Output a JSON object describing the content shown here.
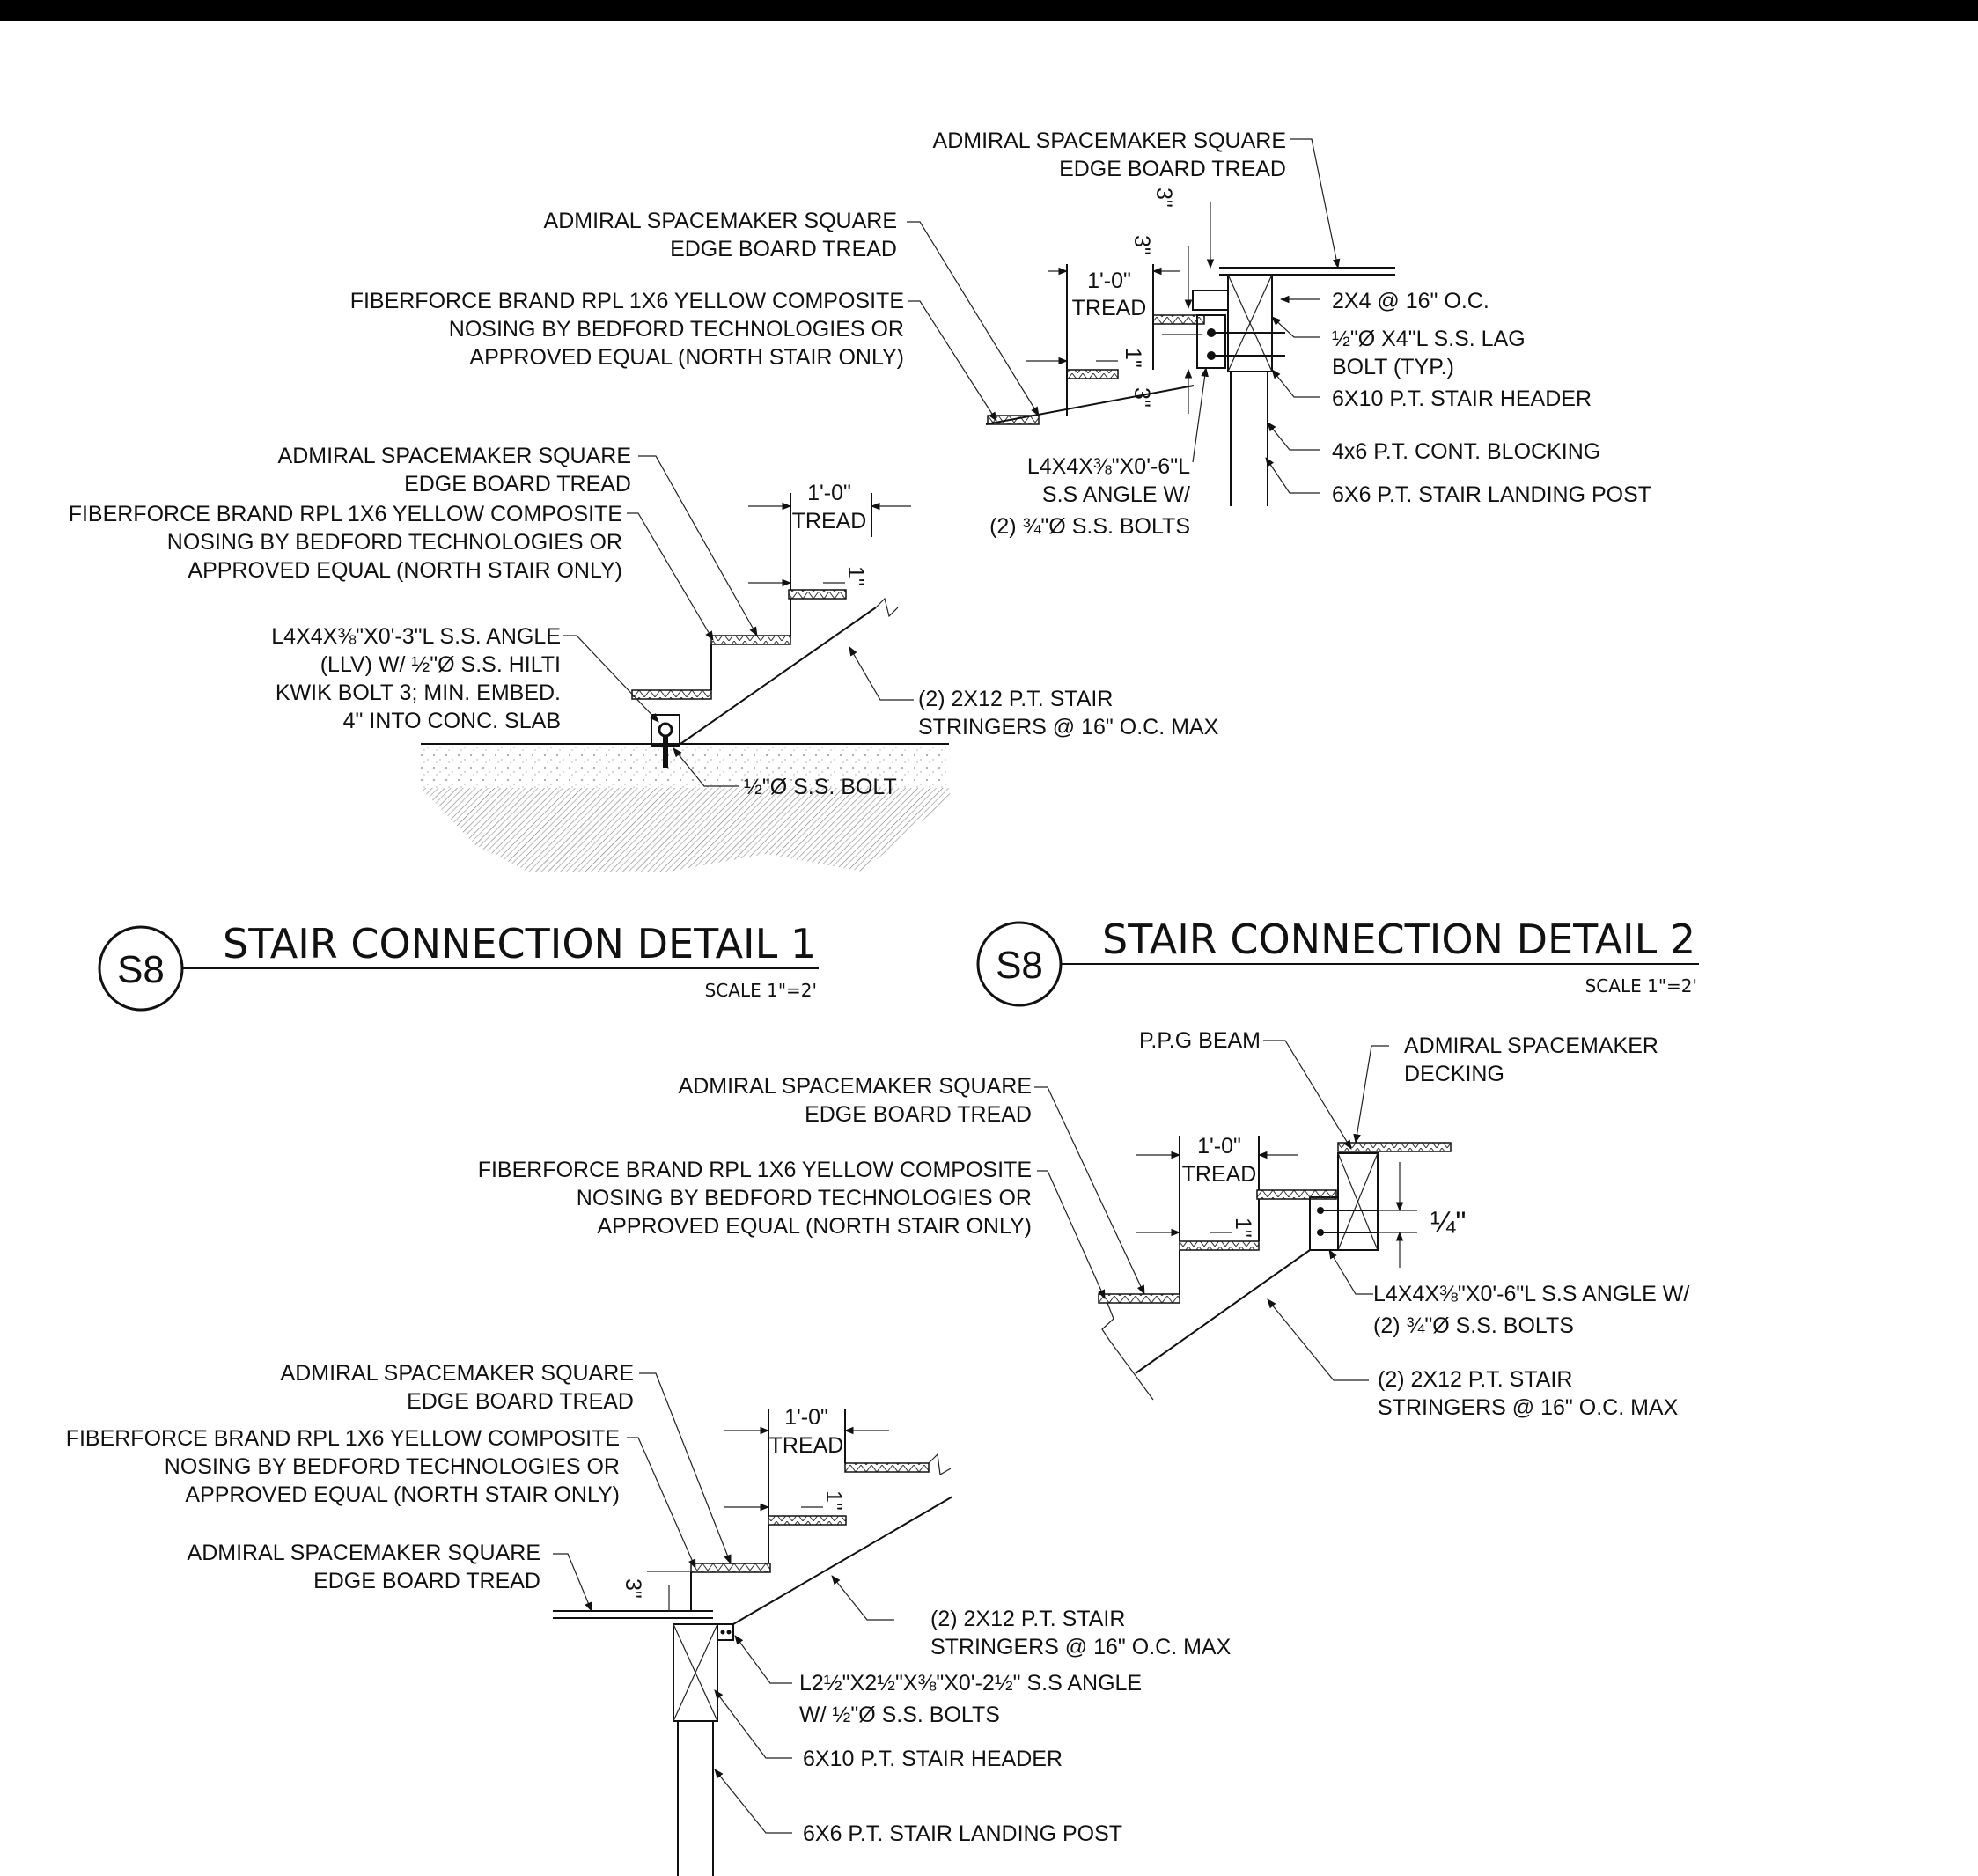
{
  "detail1": {
    "number": "S8",
    "title": "STAIR CONNECTION DETAIL 1",
    "scale": "SCALE 1\"=2'",
    "upper": {
      "top_tread": [
        "ADMIRAL SPACEMAKER SQUARE",
        "EDGE BOARD TREAD"
      ],
      "tread_left": [
        "ADMIRAL SPACEMAKER SQUARE",
        "EDGE BOARD TREAD"
      ],
      "nosing": [
        "FIBERFORCE BRAND RPL 1X6 YELLOW COMPOSITE",
        "NOSING BY BEDFORD TECHNOLOGIES OR",
        "APPROVED EQUAL (NORTH STAIR ONLY)"
      ],
      "dim_3_a": "3\"",
      "dim_3_b": "3\"",
      "dim_3_c": "3\"",
      "dim_1": "1\"",
      "tread_dim": [
        "1'-0\"",
        "TREAD"
      ],
      "blocking_2x4": "2X4 @ 16\" O.C.",
      "lag_bolt": [
        "½\"Ø X4\"L S.S. LAG",
        "BOLT (TYP.)"
      ],
      "header": "6X10 P.T. STAIR HEADER",
      "cont_blocking": "4x6 P.T. CONT. BLOCKING",
      "post": "6X6 P.T. STAIR LANDING POST",
      "angle": [
        "L4X4X⅜\"X0'-6\"L",
        "S.S ANGLE W/",
        "(2) ¾\"Ø S.S. BOLTS"
      ]
    },
    "lower": {
      "tread": [
        "ADMIRAL SPACEMAKER SQUARE",
        "EDGE BOARD TREAD"
      ],
      "nosing": [
        "FIBERFORCE BRAND RPL 1X6 YELLOW COMPOSITE",
        "NOSING BY BEDFORD TECHNOLOGIES OR",
        "APPROVED EQUAL (NORTH STAIR ONLY)"
      ],
      "tread_dim": [
        "1'-0\"",
        "TREAD"
      ],
      "dim_1": "1\"",
      "angle": [
        "L4X4X⅜\"X0'-3\"L S.S. ANGLE",
        "(LLV)  W/ ½\"Ø S.S. HILTI",
        "KWIK BOLT 3; MIN. EMBED.",
        "4\" INTO CONC. SLAB"
      ],
      "stringers": [
        "(2)   2X12 P.T. STAIR",
        "STRINGERS @ 16\" O.C. MAX"
      ],
      "bolt": "½\"Ø S.S. BOLT"
    }
  },
  "detail2": {
    "number": "S8",
    "title": "STAIR CONNECTION DETAIL 2",
    "scale": "SCALE 1\"=2'",
    "upper": {
      "beam": "P.P.G BEAM",
      "decking": [
        "ADMIRAL SPACEMAKER",
        "DECKING"
      ],
      "tread": [
        "ADMIRAL SPACEMAKER SQUARE",
        "EDGE BOARD TREAD"
      ],
      "nosing": [
        "FIBERFORCE BRAND RPL 1X6 YELLOW COMPOSITE",
        "NOSING BY BEDFORD TECHNOLOGIES OR",
        "APPROVED EQUAL (NORTH STAIR ONLY)"
      ],
      "tread_dim": [
        "1'-0\"",
        "TREAD"
      ],
      "dim_1": "1\"",
      "dim_quarter": "¼\"",
      "angle": [
        "L4X4X⅜\"X0'-6\"L S.S ANGLE W/",
        "(2) ¾\"Ø S.S. BOLTS"
      ],
      "stringers": [
        "(2)   2X12 P.T. STAIR",
        "STRINGERS @ 16\" O.C. MAX"
      ]
    },
    "lower": {
      "tread": [
        "ADMIRAL SPACEMAKER SQUARE",
        "EDGE BOARD TREAD"
      ],
      "nosing": [
        "FIBERFORCE BRAND RPL 1X6 YELLOW COMPOSITE",
        "NOSING BY BEDFORD TECHNOLOGIES OR",
        "APPROVED EQUAL (NORTH STAIR ONLY)"
      ],
      "landing_tread": [
        "ADMIRAL SPACEMAKER SQUARE",
        "EDGE BOARD TREAD"
      ],
      "dim_3": "3\"",
      "tread_dim": [
        "1'-0\"",
        "TREAD"
      ],
      "dim_1": "1\"",
      "stringers": [
        "(2)   2X12 P.T. STAIR",
        "STRINGERS @ 16\" O.C. MAX"
      ],
      "angle": [
        "L2½\"X2½\"X⅜\"X0'-2½\" S.S ANGLE",
        "W/ ½\"Ø S.S. BOLTS"
      ],
      "header": "6X10 P.T. STAIR HEADER",
      "post": "6X6 P.T. STAIR LANDING POST"
    }
  }
}
